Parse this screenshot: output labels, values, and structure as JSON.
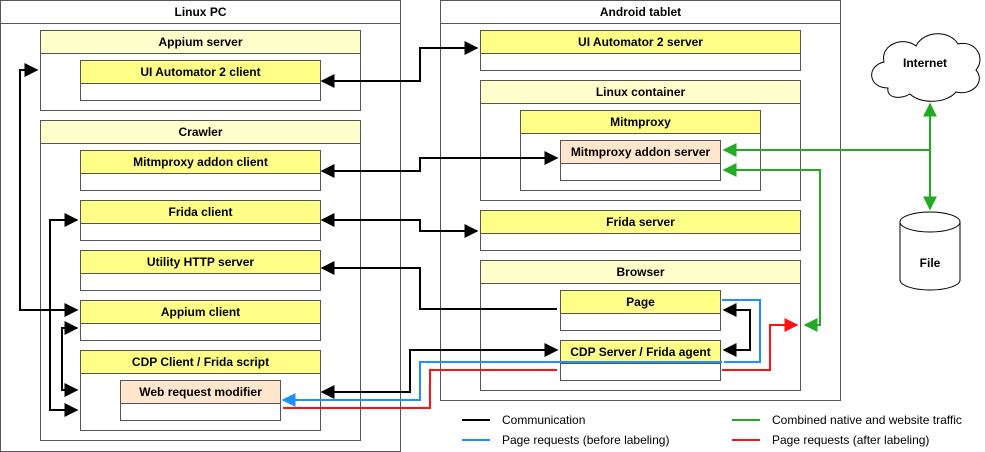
{
  "groups": {
    "linux_pc": "Linux PC",
    "android_tablet": "Android tablet"
  },
  "boxes": {
    "appium_server": "Appium server",
    "ui_automator_client": "UI Automator 2 client",
    "crawler": "Crawler",
    "mitmproxy_addon_client": "Mitmproxy addon client",
    "frida_client": "Frida client",
    "utility_http_server": "Utility HTTP server",
    "appium_client": "Appium client",
    "cdp_client": "CDP Client / Frida script",
    "web_request_modifier": "Web request modifier",
    "ui_automator_server": "UI Automator 2 server",
    "linux_container": "Linux container",
    "mitmproxy": "Mitmproxy",
    "mitmproxy_addon_server": "Mitmproxy addon server",
    "frida_server": "Frida server",
    "browser": "Browser",
    "page": "Page",
    "cdp_server": "CDP Server / Frida agent"
  },
  "external": {
    "internet": "Internet",
    "file": "File"
  },
  "legend": {
    "communication": "Communication",
    "page_requests_before": "Page requests (before labeling)",
    "combined_traffic": "Combined native and website traffic",
    "page_requests_after": "Page requests (after labeling)"
  },
  "colors": {
    "communication": "#000000",
    "page_requests_before": "#1e90ff",
    "combined_traffic": "#22aa22",
    "page_requests_after": "#ff1111",
    "pale_header": "#ffffcc",
    "yellow_header": "#ffff88",
    "peach_header": "#ffe6cc"
  }
}
